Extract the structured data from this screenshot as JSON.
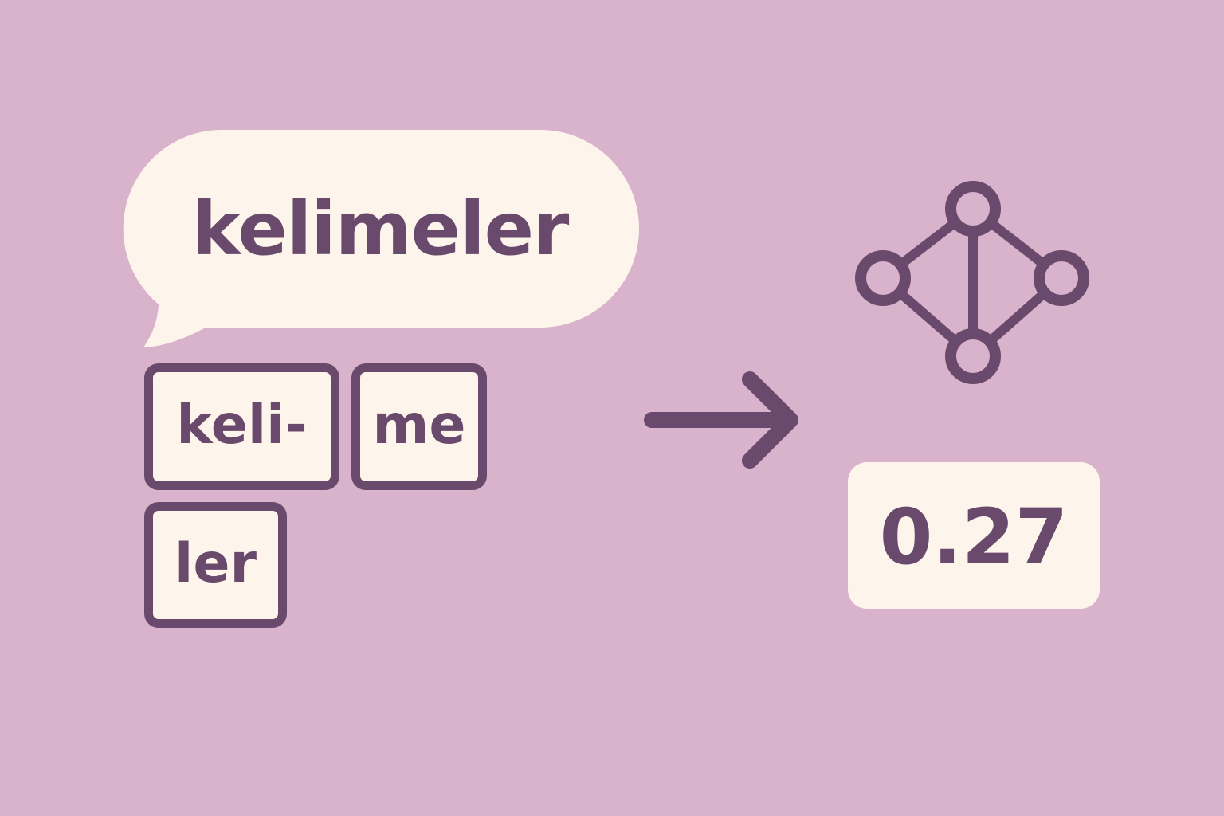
{
  "input_word": "kelimeler",
  "tokens": [
    "keli-",
    "me",
    "ler"
  ],
  "score": "0.27",
  "icons": {
    "speech": "speech-bubble",
    "arrow": "arrow-right-icon",
    "network": "graph-network-icon"
  },
  "colors": {
    "background": "#d9b2cb",
    "ink": "#6a4a6c",
    "paper": "#fdf5ec"
  }
}
